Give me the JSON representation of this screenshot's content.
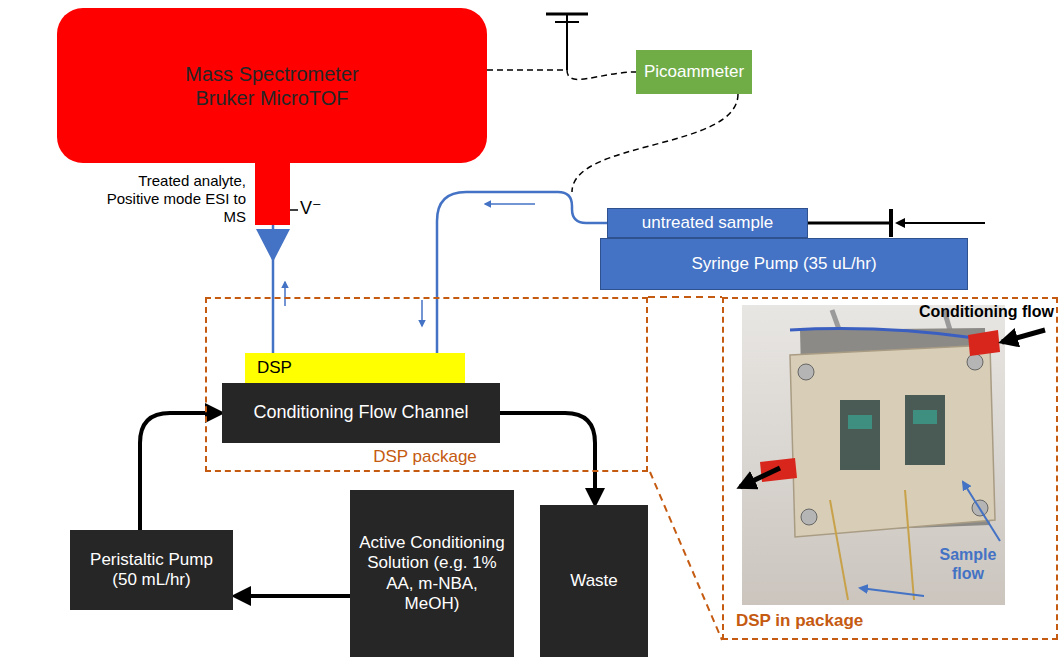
{
  "diagram": {
    "nodes": [
      {
        "text": [
          "Mass Spectrometer Bruker MicroTOF"
        ]
      },
      {
        "text": [
          "Picoammeter"
        ]
      },
      {
        "text": [
          "untreated sample"
        ]
      },
      {
        "text": [
          "Syringe Pump (35 uL/hr)"
        ]
      },
      {
        "text": [
          "DSP package"
        ]
      },
      {
        "text": [
          "DSP"
        ],
        "in": 4
      },
      {
        "text": [
          "Conditioning Flow Channel"
        ],
        "in": 4
      },
      {
        "text": [
          "Peristaltic Pump (50 mL/hr)"
        ]
      },
      {
        "text": [
          "Active Conditioning Solution (e.g. 1% AA, m-NBA, MeOH)"
        ]
      },
      {
        "text": [
          "Waste"
        ]
      },
      {
        "text": [
          "DSP in package"
        ]
      }
    ],
    "edges": [
      {
        "from": 0,
        "to": 1,
        "arrow": "none"
      },
      {
        "from": 2,
        "to": 5,
        "arrow": "none"
      },
      {
        "from": 5,
        "to": 0,
        "arrow": "none"
      },
      {
        "from": 8,
        "to": 7,
        "arrow": "to"
      },
      {
        "from": 7,
        "to": 6,
        "arrow": "to"
      },
      {
        "from": 6,
        "to": 9,
        "arrow": "to"
      }
    ],
    "labels": [
      "Treated analyte, Positive mode ESI to MS",
      "V⁻",
      "Conditioning flow",
      "Sample flow"
    ]
  }
}
